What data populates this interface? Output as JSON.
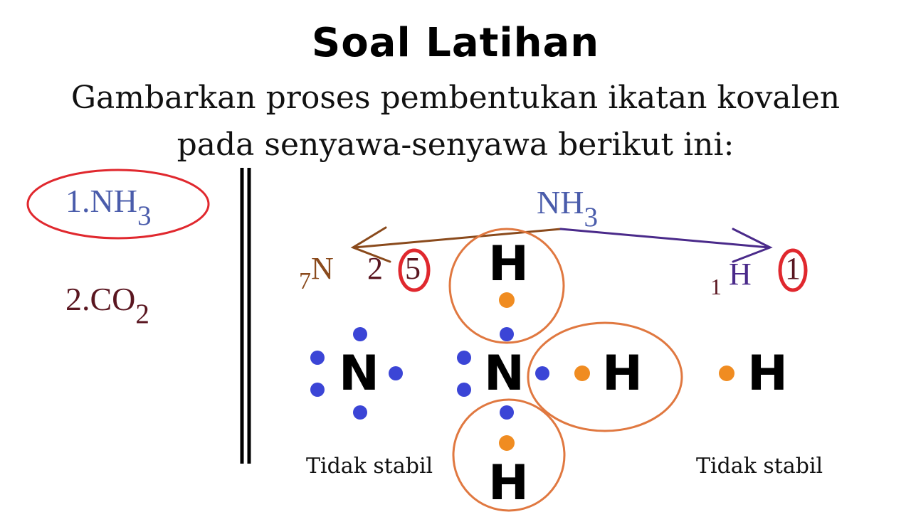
{
  "header": {
    "title": "Soal Latihan",
    "instruction_line1": "Gambarkan proses pembentukan ikatan kovalen",
    "instruction_line2": "pada senyawa-senyawa berikut ini:"
  },
  "questions": [
    {
      "number": "1.",
      "formula": "NH",
      "subscript": "3"
    },
    {
      "number": "2.",
      "formula": "CO",
      "subscript": "2"
    }
  ],
  "work": {
    "compound": {
      "formula": "NH",
      "subscript": "3"
    },
    "nitrogen": {
      "atomic_number": "7",
      "symbol": "N",
      "config": "2",
      "valence": "5"
    },
    "hydrogen": {
      "atomic_number": "1",
      "symbol": "H",
      "valence": "1"
    },
    "lewis": {
      "n_left": "N",
      "n_center": "N",
      "h_top": "H",
      "h_right": "H",
      "h_bottom": "H",
      "h_far": "H"
    },
    "label_left": "Tidak stabil",
    "label_right": "Tidak stabil"
  },
  "colors": {
    "red": "#e0282e",
    "blue_text": "#4a5cab",
    "maroon": "#5a1620",
    "brown": "#8a4a1c",
    "purple": "#4a2a8a",
    "electron_n": "#3b45d6",
    "electron_h": "#f08c21",
    "orbit": "#e07840"
  }
}
